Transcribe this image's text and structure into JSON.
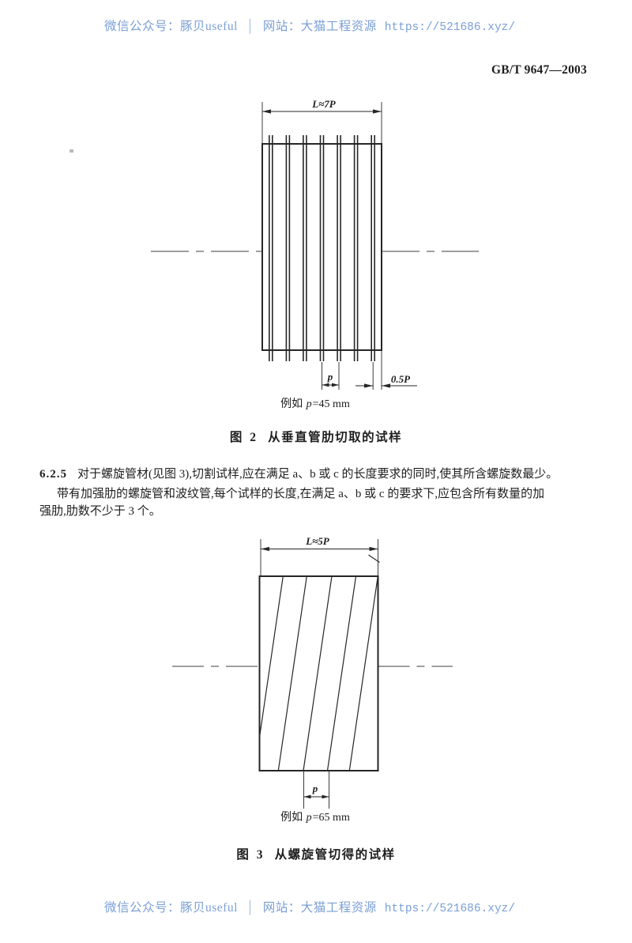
{
  "watermark": {
    "wechat": "微信公众号：豚贝useful",
    "separator": "│",
    "site": "网站：大猫工程资源",
    "url": "https://521686.xyz/"
  },
  "header": {
    "standard_number": "GB/T 9647—2003"
  },
  "clause": {
    "number": "6.2.5",
    "line1": "对于螺旋管材(见图 3),切割试样,应在满足 a、b 或 c 的长度要求的同时,使其所含螺旋数最少。",
    "line2": "带有加强肋的螺旋管和波纹管,每个试样的长度,在满足 a、b 或 c 的要求下,应包含所有数量的加",
    "line3": "强肋,肋数不少于 3 个。"
  },
  "figure2": {
    "length_label": "L≈7P",
    "pitch_label": "p",
    "half_pitch_label": "0.5P",
    "example_prefix": "例如",
    "example_var": "p",
    "example_value": "=45 mm",
    "caption_no": "图 2",
    "caption_text": "从垂直管肋切取的试样",
    "rib_count": 7
  },
  "figure3": {
    "length_label": "L≈5P",
    "pitch_label": "p",
    "example_prefix": "例如",
    "example_var": "p",
    "example_value": "=65 mm",
    "caption_no": "图 3",
    "caption_text": "从螺旋管切得的试样",
    "spiral_count": 5
  },
  "colors": {
    "ink": "#1e1e1e",
    "watermark_blue": "#7b9fd6"
  }
}
